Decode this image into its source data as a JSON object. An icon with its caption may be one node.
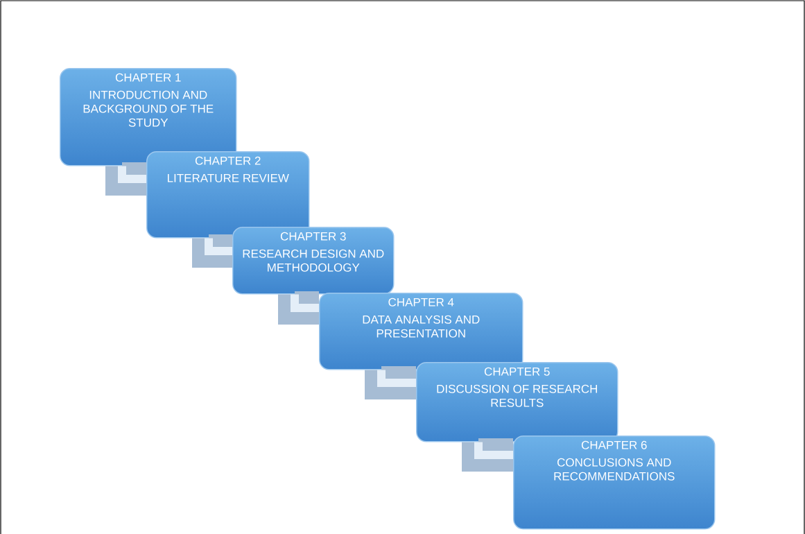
{
  "diagram": {
    "nodes": [
      {
        "text": [
          "CHAPTER 1",
          "INTRODUCTION AND BACKGROUND OF THE STUDY"
        ]
      },
      {
        "text": [
          "CHAPTER 2",
          "LITERATURE REVIEW"
        ]
      },
      {
        "text": [
          "CHAPTER 3",
          "RESEARCH DESIGN AND METHODOLOGY"
        ]
      },
      {
        "text": [
          "CHAPTER 4",
          "DATA ANALYSIS AND PRESENTATION"
        ]
      },
      {
        "text": [
          "CHAPTER 5",
          "DISCUSSION OF RESEARCH RESULTS"
        ]
      },
      {
        "text": [
          "CHAPTER 6",
          "CONCLUSIONS AND RECOMMENDATIONS"
        ]
      }
    ],
    "edges": [
      {
        "from": 0,
        "to": 1,
        "arrow": "none"
      },
      {
        "from": 1,
        "to": 2,
        "arrow": "none"
      },
      {
        "from": 2,
        "to": 3,
        "arrow": "none"
      },
      {
        "from": 3,
        "to": 4,
        "arrow": "none"
      },
      {
        "from": 4,
        "to": 5,
        "arrow": "none"
      }
    ]
  }
}
